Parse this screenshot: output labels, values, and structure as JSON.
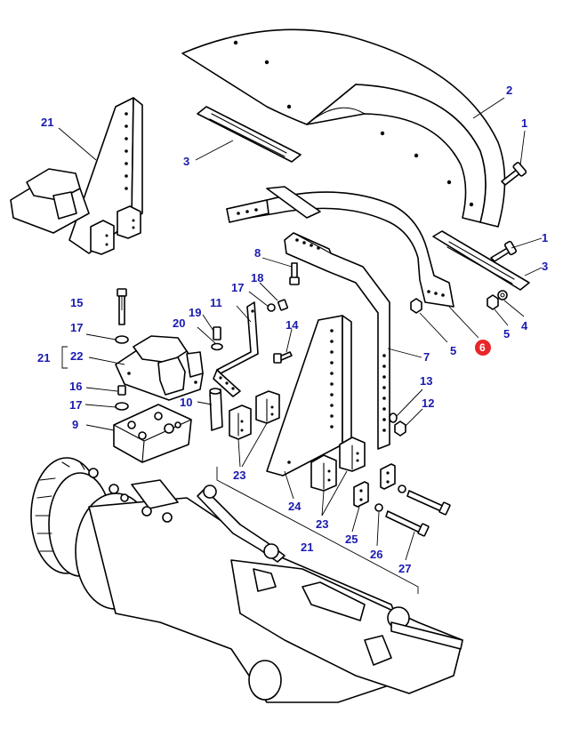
{
  "diagram": {
    "callouts": [
      {
        "id": "c-2",
        "label": "2"
      },
      {
        "id": "c-1a",
        "label": "1"
      },
      {
        "id": "c-3a",
        "label": "3"
      },
      {
        "id": "c-21a",
        "label": "21"
      },
      {
        "id": "c-1b",
        "label": "1"
      },
      {
        "id": "c-3b",
        "label": "3"
      },
      {
        "id": "c-8",
        "label": "8"
      },
      {
        "id": "c-18",
        "label": "18"
      },
      {
        "id": "c-17a",
        "label": "17"
      },
      {
        "id": "c-11",
        "label": "11"
      },
      {
        "id": "c-15",
        "label": "15"
      },
      {
        "id": "c-19",
        "label": "19"
      },
      {
        "id": "c-20",
        "label": "20"
      },
      {
        "id": "c-14",
        "label": "14"
      },
      {
        "id": "c-17b",
        "label": "17"
      },
      {
        "id": "c-21b",
        "label": "21"
      },
      {
        "id": "c-22",
        "label": "22"
      },
      {
        "id": "c-16",
        "label": "16"
      },
      {
        "id": "c-17c",
        "label": "17"
      },
      {
        "id": "c-10",
        "label": "10"
      },
      {
        "id": "c-9",
        "label": "9"
      },
      {
        "id": "c-7",
        "label": "7"
      },
      {
        "id": "c-5a",
        "label": "5"
      },
      {
        "id": "c-5b",
        "label": "5"
      },
      {
        "id": "c-4",
        "label": "4"
      },
      {
        "id": "c-6",
        "label": "6"
      },
      {
        "id": "c-13",
        "label": "13"
      },
      {
        "id": "c-12",
        "label": "12"
      },
      {
        "id": "c-23a",
        "label": "23"
      },
      {
        "id": "c-24",
        "label": "24"
      },
      {
        "id": "c-23b",
        "label": "23"
      },
      {
        "id": "c-25",
        "label": "25"
      },
      {
        "id": "c-21c",
        "label": "21"
      },
      {
        "id": "c-26",
        "label": "26"
      },
      {
        "id": "c-27",
        "label": "27"
      }
    ],
    "highlight_color": "#e8262a",
    "label_color": "#1a1ab0"
  }
}
